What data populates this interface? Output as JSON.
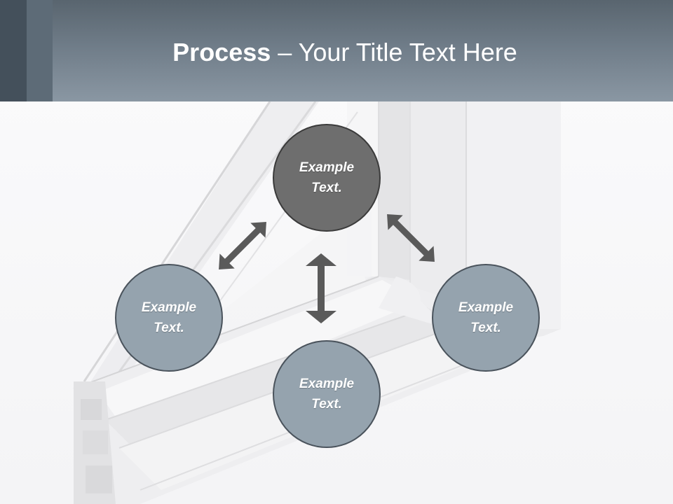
{
  "slide": {
    "title_bold": "Process",
    "title_rest": " – Your Title Text Here"
  },
  "diagram": {
    "center_node": {
      "line1": "Example",
      "line2": "Text."
    },
    "left_node": {
      "line1": "Example",
      "line2": "Text."
    },
    "right_node": {
      "line1": "Example",
      "line2": "Text."
    },
    "bottom_node": {
      "line1": "Example",
      "line2": "Text."
    }
  },
  "colors": {
    "header": "#6f7c88",
    "center_node": "#6e6e6e",
    "outer_node": "#95a3ae",
    "arrow": "#5a5a5a"
  }
}
